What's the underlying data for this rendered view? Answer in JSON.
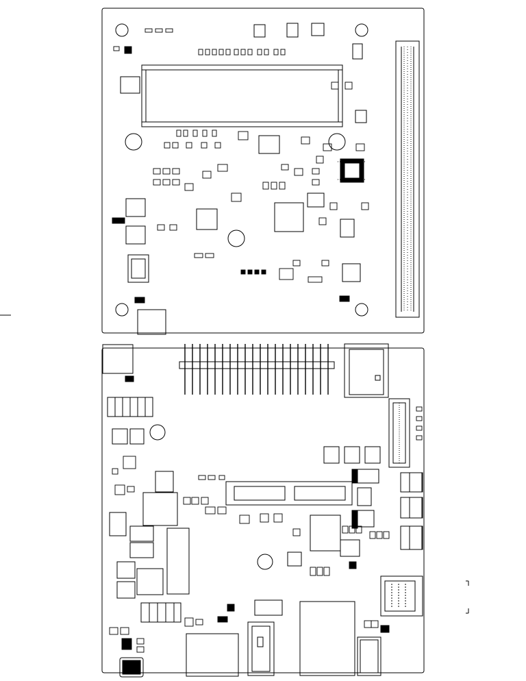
{
  "drawing": {
    "style": {
      "stroke": "#000000",
      "background": "#ffffff",
      "accent": "#888888"
    },
    "boards": [
      {
        "id": "top-board",
        "components": [
          "mounting-holes",
          "flex-connector",
          "main-soc",
          "qfp-ic",
          "board-to-board-connector",
          "jst-connector",
          "usb-connector",
          "passives"
        ]
      },
      {
        "id": "bottom-board",
        "components": [
          "gpio-pin-header",
          "sim-card-slot",
          "fpc-connector",
          "m2-socket",
          "sd-card-slot",
          "usb-connector",
          "hdmi-connectors",
          "passives"
        ]
      }
    ]
  }
}
